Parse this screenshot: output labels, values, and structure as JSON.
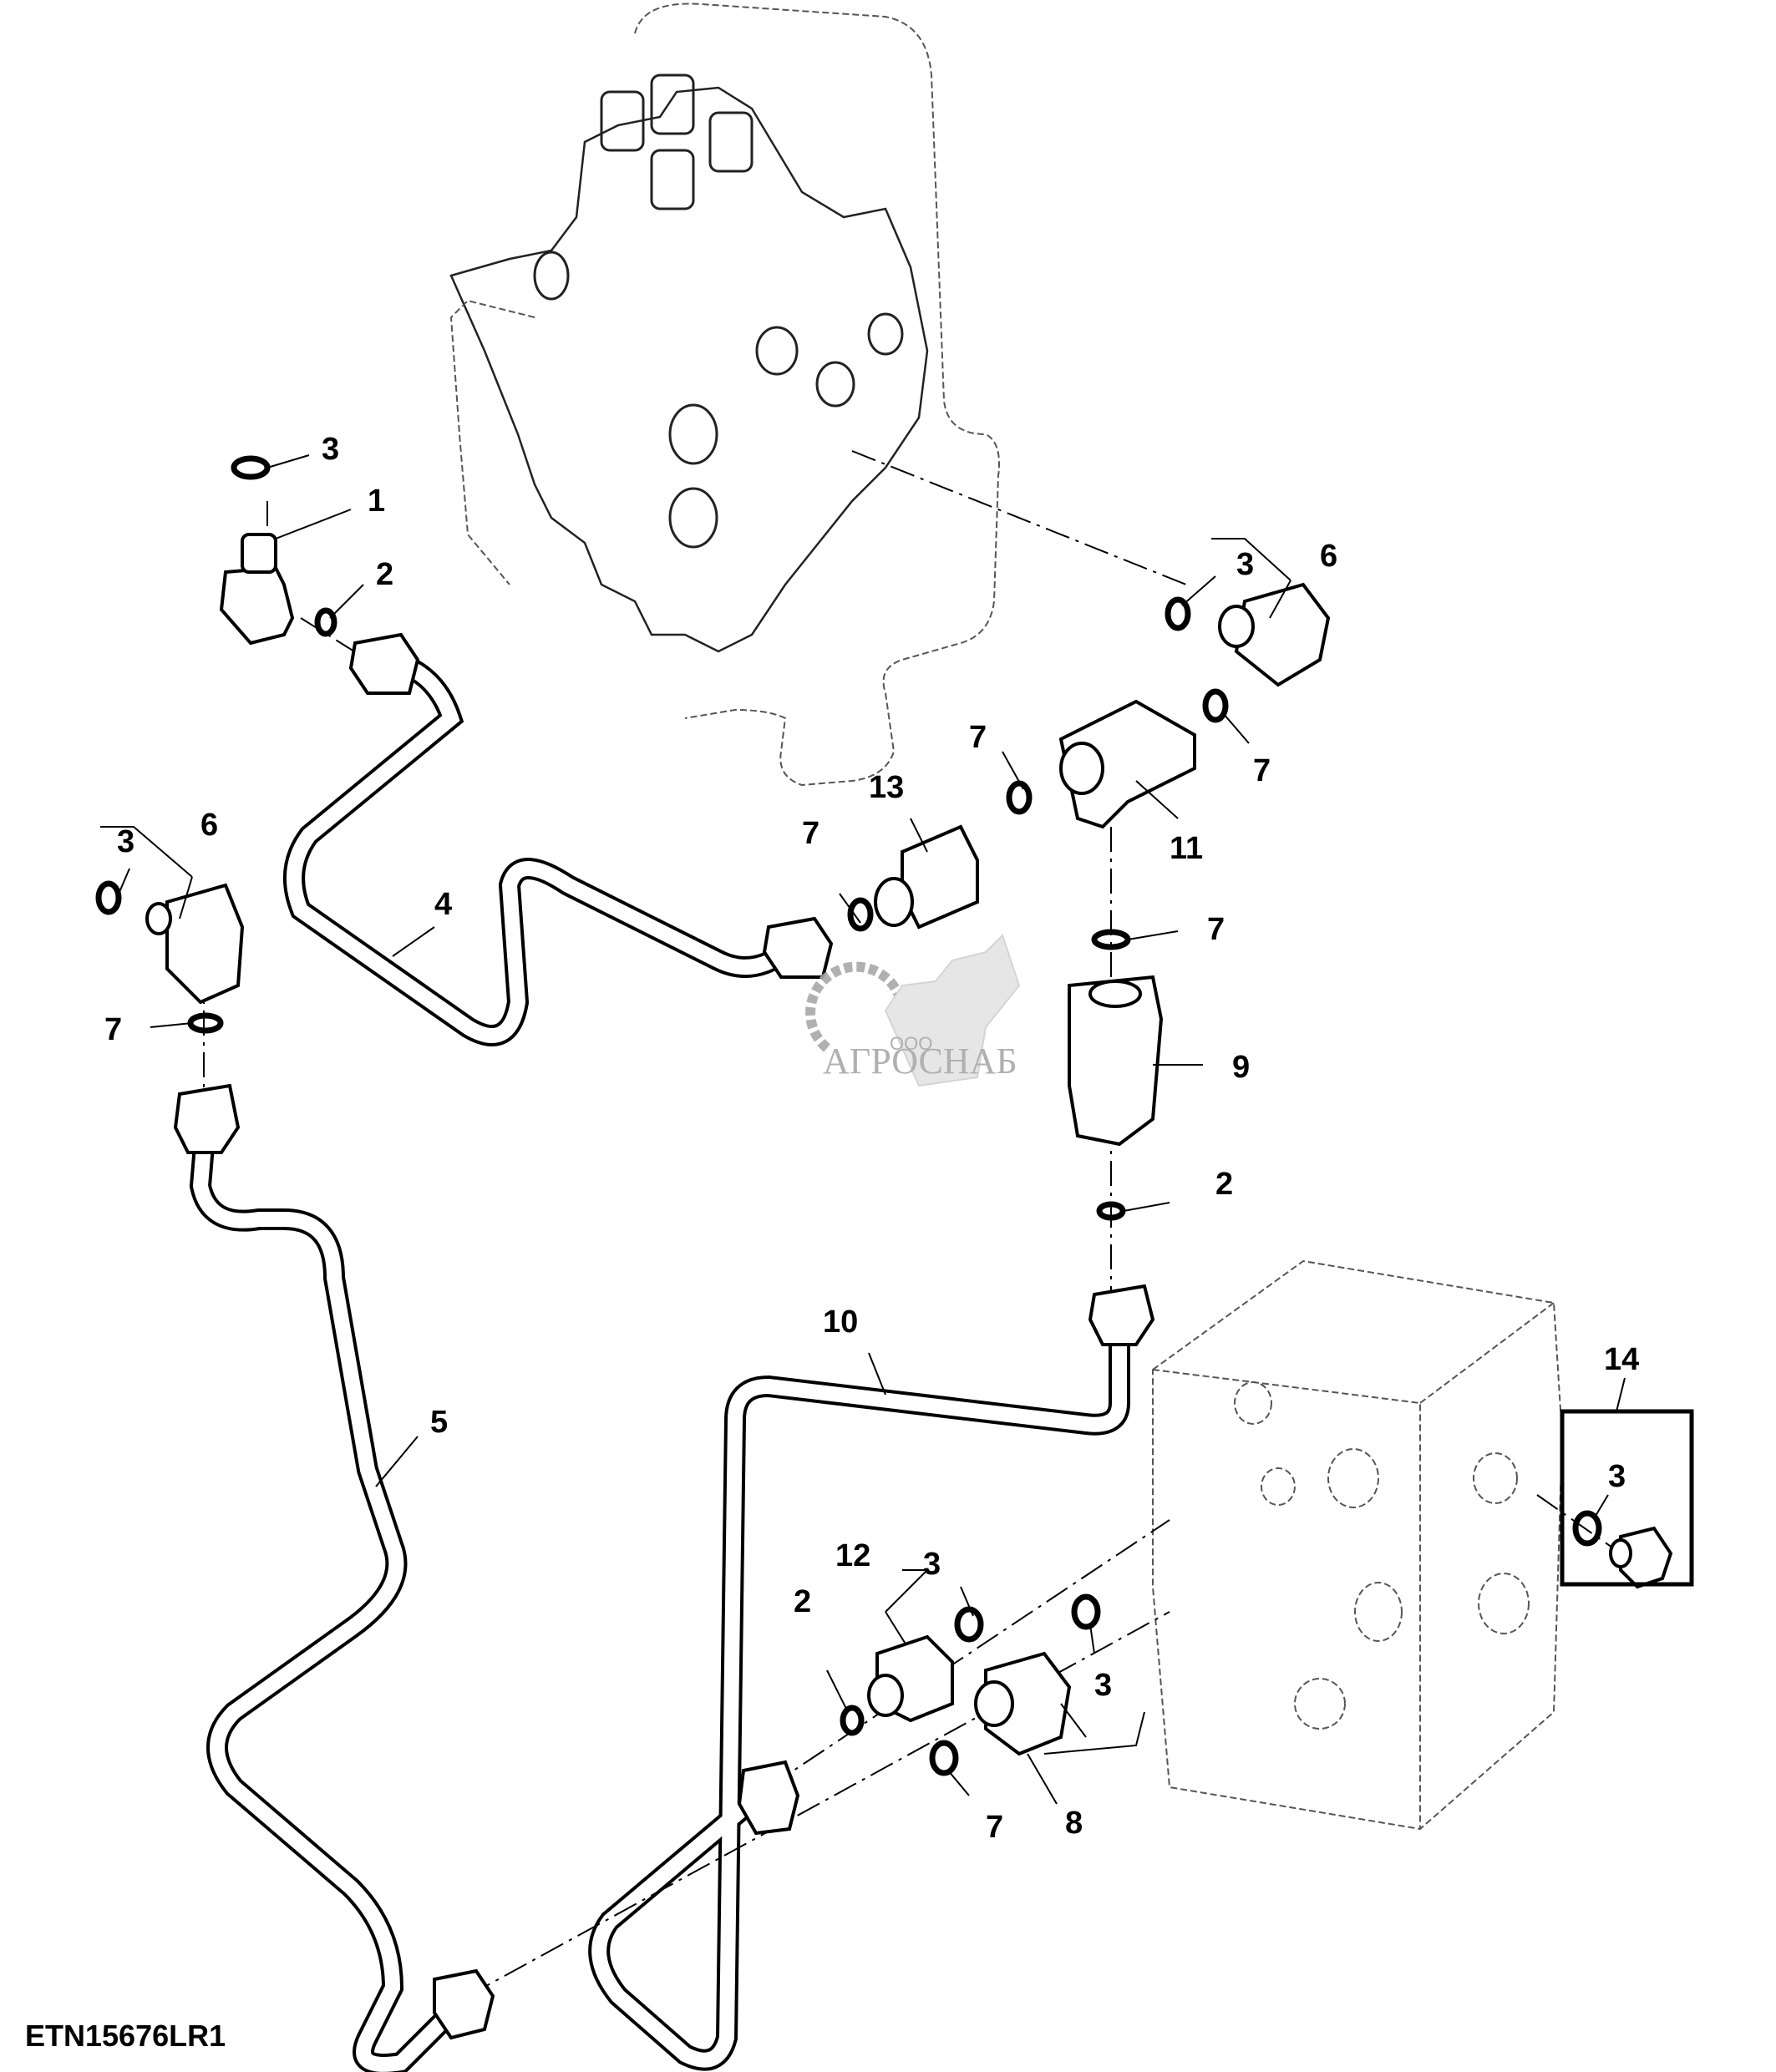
{
  "figure_id": "ETN15676LR1",
  "watermark": {
    "prefix": "ООО",
    "name": "АГРОСНАБ"
  },
  "callouts": [
    {
      "id": "c-3a",
      "label": "3"
    },
    {
      "id": "c-1",
      "label": "1"
    },
    {
      "id": "c-2a",
      "label": "2"
    },
    {
      "id": "c-3b",
      "label": "3"
    },
    {
      "id": "c-6a",
      "label": "6"
    },
    {
      "id": "c-7a",
      "label": "7"
    },
    {
      "id": "c-7b",
      "label": "7"
    },
    {
      "id": "c-13",
      "label": "13"
    },
    {
      "id": "c-11",
      "label": "11"
    },
    {
      "id": "c-7c",
      "label": "7"
    },
    {
      "id": "c-3c",
      "label": "3"
    },
    {
      "id": "c-6b",
      "label": "6"
    },
    {
      "id": "c-4",
      "label": "4"
    },
    {
      "id": "c-7d",
      "label": "7"
    },
    {
      "id": "c-7e",
      "label": "7"
    },
    {
      "id": "c-9",
      "label": "9"
    },
    {
      "id": "c-2b",
      "label": "2"
    },
    {
      "id": "c-10",
      "label": "10"
    },
    {
      "id": "c-5",
      "label": "5"
    },
    {
      "id": "c-14",
      "label": "14"
    },
    {
      "id": "c-3d",
      "label": "3"
    },
    {
      "id": "c-12",
      "label": "12"
    },
    {
      "id": "c-3e",
      "label": "3"
    },
    {
      "id": "c-2c",
      "label": "2"
    },
    {
      "id": "c-3f",
      "label": "3"
    },
    {
      "id": "c-7f",
      "label": "7"
    },
    {
      "id": "c-8",
      "label": "8"
    }
  ]
}
